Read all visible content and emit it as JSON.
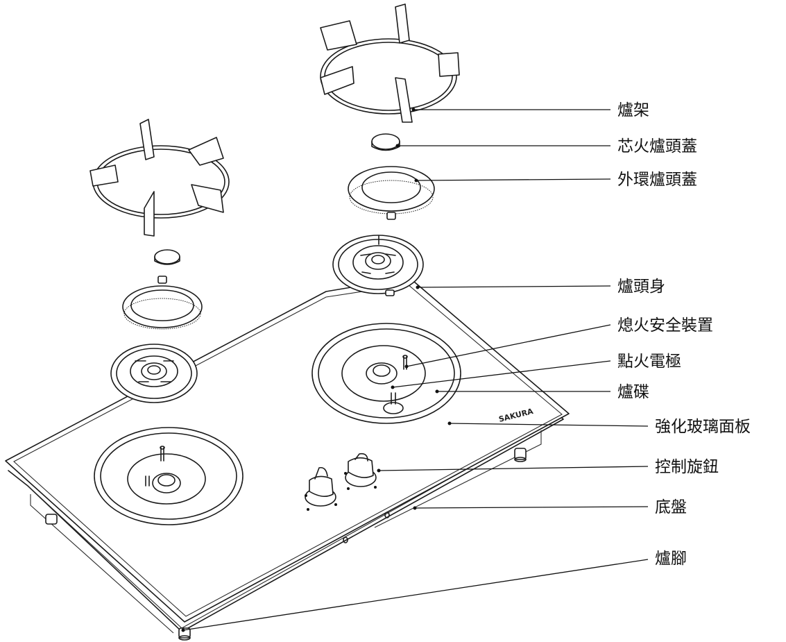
{
  "labels": {
    "grate": "爐架",
    "inner_cap": "芯火爐頭蓋",
    "outer_cap": "外環爐頭蓋",
    "burner_body": "爐頭身",
    "flame_safety": "熄火安全裝置",
    "ignition_electrode": "點火電極",
    "drip_tray": "爐碟",
    "glass_panel": "強化玻璃面板",
    "control_knob": "控制旋鈕",
    "base_tray": "底盤",
    "feet": "爐腳"
  },
  "logo_text": "SAKURA"
}
